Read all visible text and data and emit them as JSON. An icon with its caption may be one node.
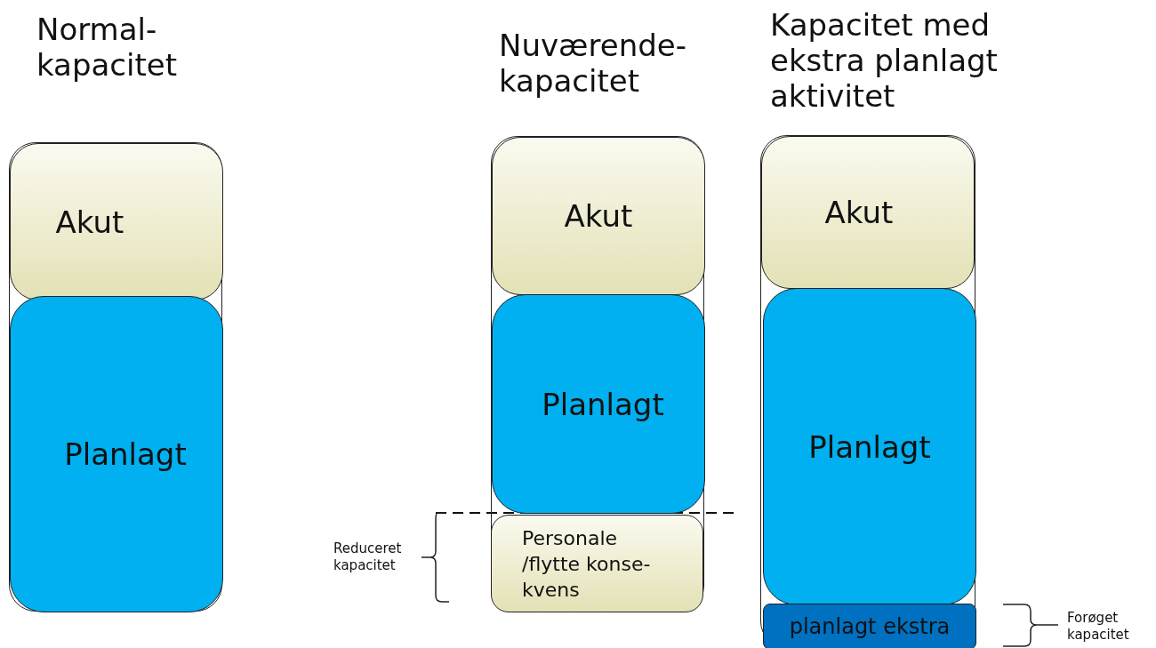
{
  "diagram": {
    "nodes": [
      {
        "text": [
          "Normal- kapacitet"
        ]
      },
      {
        "text": [
          "Akut"
        ],
        "in": 0
      },
      {
        "text": [
          "Planlagt"
        ],
        "in": 0
      },
      {
        "text": [
          "Nuværende- kapacitet"
        ]
      },
      {
        "text": [
          "Akut"
        ],
        "in": 3
      },
      {
        "text": [
          "Planlagt"
        ],
        "in": 3
      },
      {
        "text": [
          "Personale /flytte konse- kvens"
        ],
        "in": 3
      },
      {
        "text": [
          "Kapacitet med ekstra planlagt aktivitet"
        ]
      },
      {
        "text": [
          "Akut"
        ],
        "in": 7
      },
      {
        "text": [
          "Planlagt"
        ],
        "in": 7
      },
      {
        "text": [
          "planlagt ekstra"
        ],
        "in": 7
      }
    ],
    "edges": [],
    "labels": [
      "Reduceret kapacitet",
      "Forøget kapacitet"
    ]
  }
}
